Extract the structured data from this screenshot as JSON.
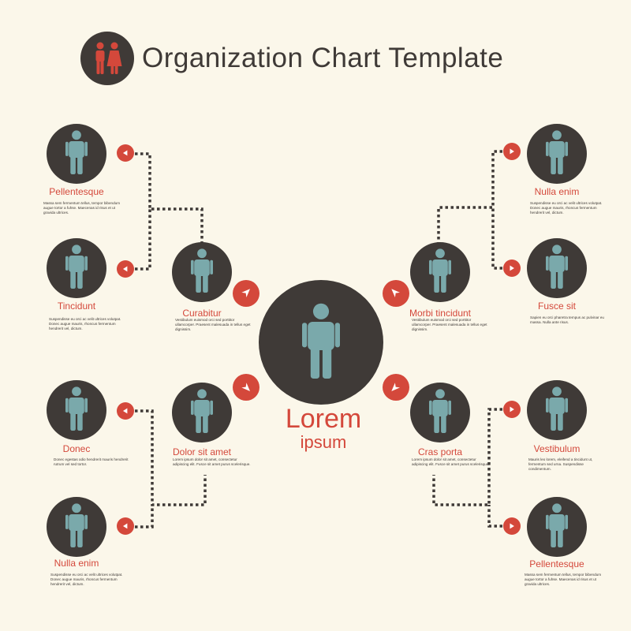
{
  "title": "Organization Chart Template",
  "colors": {
    "background": "#fbf7ea",
    "dark": "#3f3a37",
    "accent": "#d4483b",
    "figure": "#7aa9ab"
  },
  "center": {
    "line1": "Lorem",
    "line2": "ipsum",
    "icon": "person-icon"
  },
  "title_icon": "couple-icon",
  "nodes": [
    {
      "id": "n-pellentesque-tl",
      "label": "Pellentesque",
      "desc": "Massa sem fermentum tellus, tempor bibendum augue tortor a fuhse. Maecenas id risus et ut gravida ultrices."
    },
    {
      "id": "n-tincidunt",
      "label": "Tincidunt",
      "desc": "Suspendisse eu orci ac velit ultrices volutpat. Donec augue mauris, rhoncus fermentum hendrerit vel, dictum."
    },
    {
      "id": "n-curabitur",
      "label": "Curabitur",
      "desc": "Vestibulum euismod orci sed porttitor ullamcorper. Praesent malesuada in tellus eget dignissim."
    },
    {
      "id": "n-donec",
      "label": "Donec",
      "desc": "Donec egestas odio hendrerit mauris hendrerit rutrum vel sed tortor."
    },
    {
      "id": "n-nulla-enim-bl",
      "label": "Nulla enim",
      "desc": "Suspendisse eu orci ac velit ultrices volutpat. Donec augue mauris, rhoncus fermentum hendrerit vel, dictum."
    },
    {
      "id": "n-dolor-sit-amet",
      "label": "Dolor sit amet",
      "desc": "Lorem ipsum dolor sit amet, consectetur adipiscing elit. Fusce sit amet purus scelerisque."
    },
    {
      "id": "n-nulla-enim-tr",
      "label": "Nulla enim",
      "desc": "Suspendisse eu orci ac velit ultrices volutpat. Donec augue mauris, rhoncus fermentum hendrerit vel, dictum."
    },
    {
      "id": "n-fusce-sit",
      "label": "Fusce sit",
      "desc": "Sapien eu orci pharetra tempus ac pulvinar eu massa. Nulla ante risus."
    },
    {
      "id": "n-morbi-tincidunt",
      "label": "Morbi tincidunt",
      "desc": "Vestibulum euismod orci sed porttitor ullamcorper. Praesent malesuada in tellus eget dignissim."
    },
    {
      "id": "n-vestibulum",
      "label": "Vestibulum",
      "desc": "Mauris leo lorem, eleifend a tincidunt ut, fermentum sed urna. Suspendisse condimentum."
    },
    {
      "id": "n-pellentesque-br",
      "label": "Pellentesque",
      "desc": "Massa sem fermentum tellus, tempor bibendum augue tortor a fuhse. Maecenas id risus et ut gravida ultrices."
    },
    {
      "id": "n-cras-porta",
      "label": "Cras porta",
      "desc": "Lorem ipsum dolor sit amet, consectetur adipiscing elit. Fusce sit amet purus scelerisque."
    }
  ]
}
